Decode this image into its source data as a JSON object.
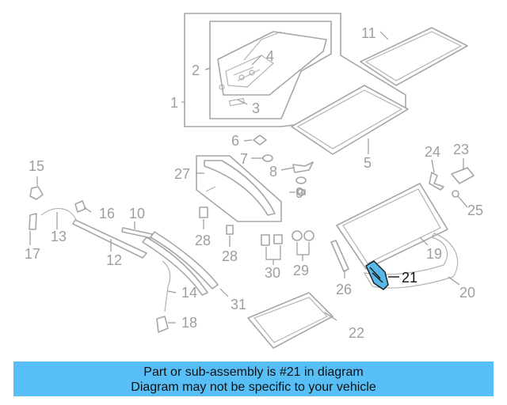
{
  "diagram": {
    "callouts": [
      "1",
      "2",
      "3",
      "4",
      "5",
      "6",
      "7",
      "8",
      "9",
      "10",
      "11",
      "12",
      "13",
      "14",
      "15",
      "16",
      "17",
      "18",
      "19",
      "20",
      "21",
      "22",
      "23",
      "24",
      "25",
      "26",
      "27",
      "28",
      "28",
      "29",
      "30",
      "31"
    ],
    "highlighted_part": "21",
    "colors": {
      "highlight_fill": "#5ab8e8",
      "line_gray": "#a6a6a6",
      "banner": "#57bff5"
    }
  },
  "banner": {
    "line1": "Part or sub-assembly is #21 in diagram",
    "line2": "Diagram may not be specific to your vehicle"
  }
}
